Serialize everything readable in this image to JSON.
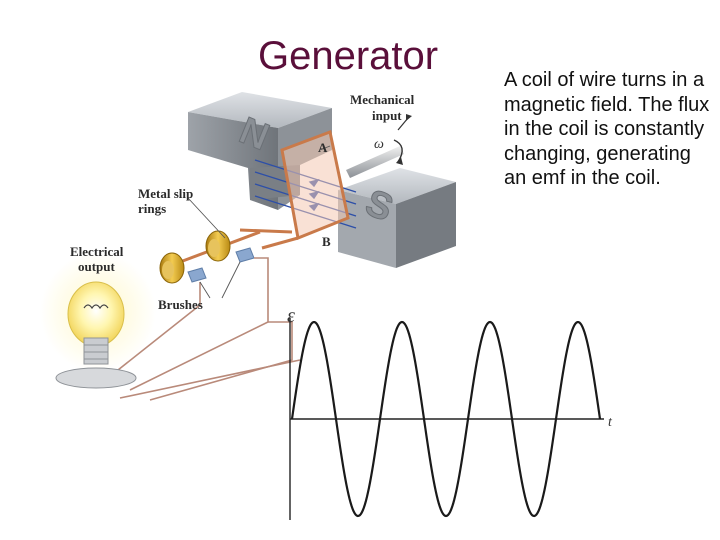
{
  "title": "Generator",
  "body_text": "A coil of wire turns in a magnetic field. The flux in the coil is constantly changing, generating an emf in the coil.",
  "diagram": {
    "labels": {
      "mechanical_input_1": "Mechanical",
      "mechanical_input_2": "input",
      "omega": "ω",
      "slip_rings_1": "Metal slip",
      "slip_rings_2": "rings",
      "electrical_output_1": "Electrical",
      "electrical_output_2": "output",
      "brushes": "Brushes",
      "point_a": "A",
      "point_b": "B",
      "pole_n": "N",
      "pole_s": "S"
    },
    "graph": {
      "y_label": "ε",
      "x_label": "t"
    },
    "colors": {
      "title": "#5a0f3a",
      "magnet": "#a8adb3",
      "coil": "#c97a4a",
      "field_lines": "#2d4fa8",
      "slip_rings": "#d4a017",
      "wave": "#1a1a1a"
    }
  },
  "chart_data": {
    "type": "line",
    "function": "sine",
    "cycles": 3.5,
    "xlabel": "t",
    "ylabel": "ε"
  }
}
